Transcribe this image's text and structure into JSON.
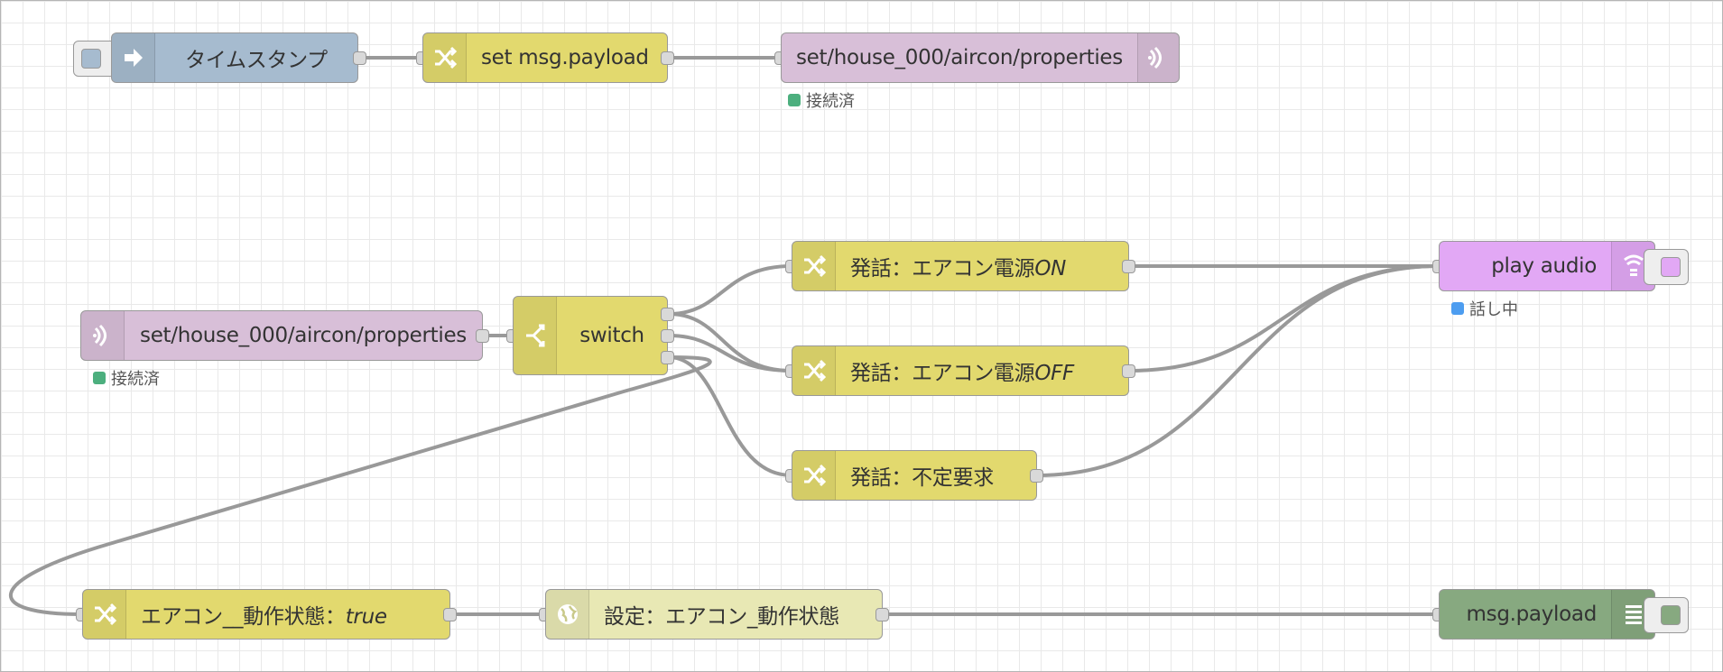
{
  "colors": {
    "inject": "#a6bbcf",
    "change": "#e2d96e",
    "mqtt": "#d8bfd8",
    "audio": "#e2a8f5",
    "debug": "#87a980",
    "setting": "#e8e8b4",
    "wire": "#999999",
    "status_green": "#4caf7e",
    "status_blue": "#4d9df0"
  },
  "nodes": {
    "timestamp": {
      "label": "タイムスタンプ",
      "icon": "arrow-right-icon"
    },
    "set_payload": {
      "label": "set msg.payload",
      "icon": "shuffle-icon"
    },
    "mqtt_out": {
      "label": "set/house_000/aircon/properties",
      "icon": "broadcast-icon",
      "status": "接続済"
    },
    "mqtt_in": {
      "label": "set/house_000/aircon/properties",
      "icon": "broadcast-icon",
      "status": "接続済"
    },
    "switch": {
      "label": "switch",
      "icon": "switch-icon"
    },
    "speak_on": {
      "label_prefix": "発話：エアコン電源",
      "label_emph": "ON",
      "icon": "shuffle-icon"
    },
    "speak_off": {
      "label_prefix": "発話：エアコン電源",
      "label_emph": "OFF",
      "icon": "shuffle-icon"
    },
    "speak_unknown": {
      "label": "発話：不定要求",
      "icon": "shuffle-icon"
    },
    "play_audio": {
      "label": "play audio",
      "icon": "audio-icon",
      "status": "話し中"
    },
    "aircon_state": {
      "label_prefix": "エアコン__動作状態：",
      "label_emph": "true",
      "icon": "shuffle-icon"
    },
    "setting": {
      "label": "設定：エアコン_動作状態",
      "icon": "globe-icon"
    },
    "debug": {
      "label": "msg.payload",
      "icon": "list-icon"
    }
  }
}
